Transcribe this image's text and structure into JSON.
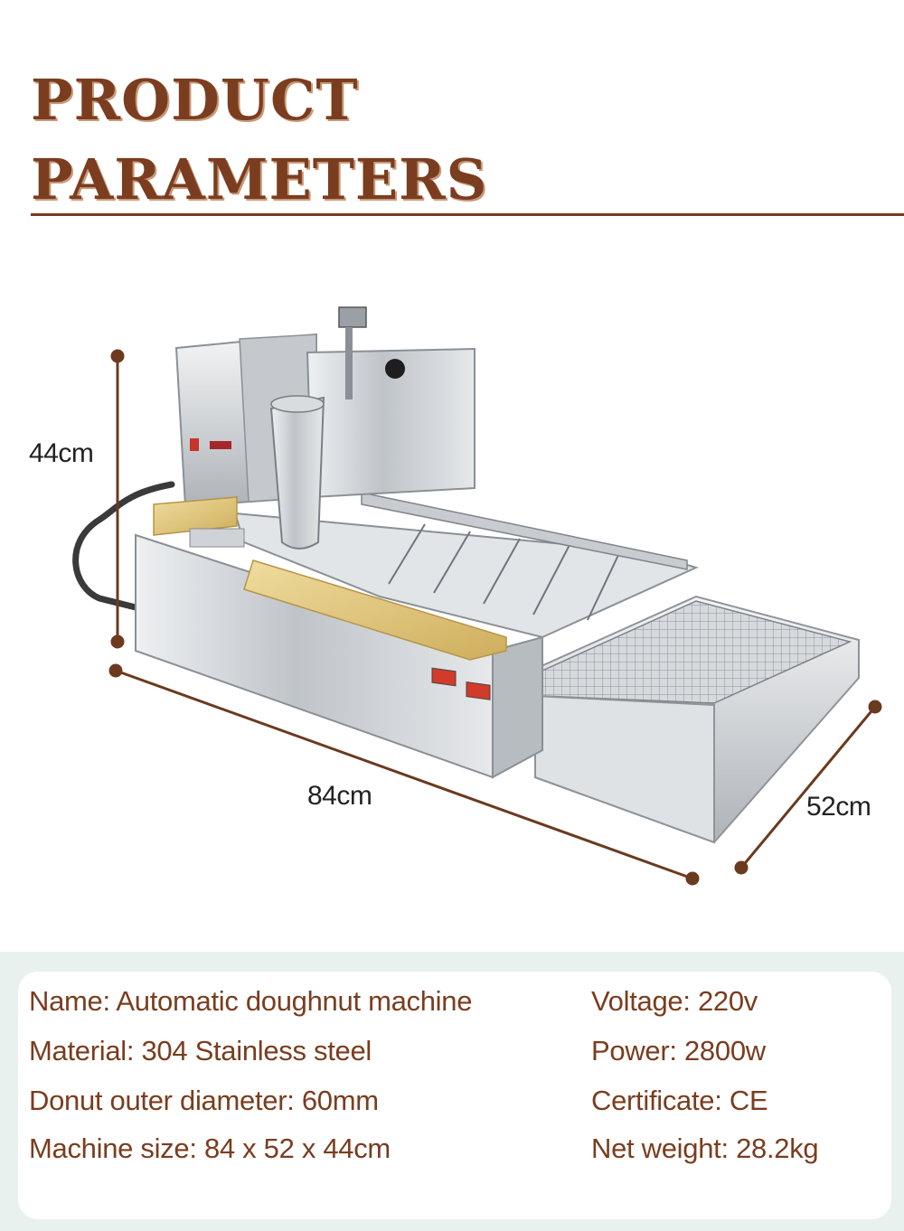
{
  "header": {
    "title_line1": "PRODUCT",
    "title_line2": "PARAMETERS"
  },
  "dimensions": {
    "height": "44cm",
    "length": "84cm",
    "depth": "52cm"
  },
  "specs": {
    "left": [
      "Name: Automatic doughnut machine",
      "Material: 304 Stainless steel",
      "Donut outer diameter: 60mm",
      "Machine size: 84 x 52 x 44cm"
    ],
    "right": [
      "Voltage: 220v",
      "Power: 2800w",
      "Certificate: CE",
      "Net weight: 28.2kg"
    ]
  },
  "colors": {
    "title": "#7a3d1f",
    "dimension_line": "#6b3a1f",
    "spec_text": "#7a3d1f",
    "spec_band": "#e8f1ee",
    "steel": "#c9cdd1"
  },
  "product_image": "automatic doughnut machine (stainless steel) with dimension arrows"
}
